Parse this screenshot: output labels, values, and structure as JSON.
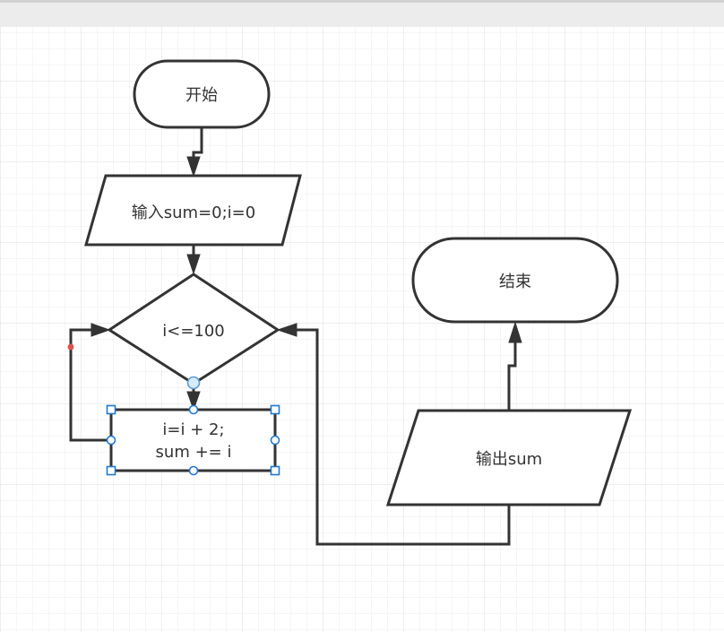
{
  "nodes": {
    "start": {
      "label": "开始"
    },
    "input": {
      "label": "输入sum=0;i=0"
    },
    "condition": {
      "label": "i<=100"
    },
    "process": {
      "line1": "i=i + 2;",
      "line2": "sum += i"
    },
    "output": {
      "label": "输出sum"
    },
    "end": {
      "label": "结束"
    }
  },
  "colors": {
    "stroke": "#333333",
    "selection": "#1f78d1",
    "grid_minor": "#eeeeee",
    "grid_major": "#dcdcdc",
    "waypoint": "#e05252"
  }
}
